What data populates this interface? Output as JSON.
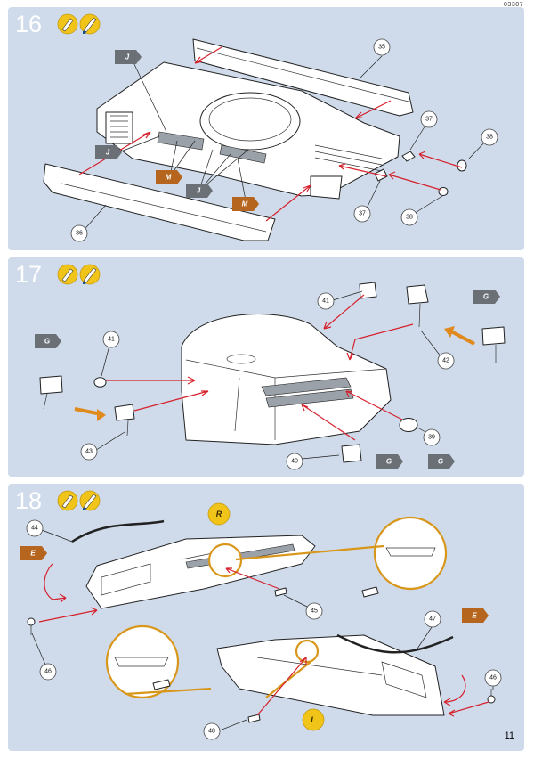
{
  "header": {
    "product_code": "03307"
  },
  "page_number": "11",
  "colors": {
    "panel_bg": "#cfdbea",
    "arrow": "#d6202c",
    "tag_gray": "#6b7077",
    "tag_brown": "#b5651d",
    "ring": "#d8961a",
    "tool_icon": "#f0c419"
  },
  "steps": [
    {
      "number": "16",
      "icons": [
        "glue-icon",
        "paint-icon"
      ],
      "callouts": [
        "35",
        "36",
        "37",
        "37",
        "38",
        "38"
      ],
      "color_tags": [
        "J",
        "J",
        "J",
        "M",
        "M"
      ]
    },
    {
      "number": "17",
      "icons": [
        "glue-icon",
        "paint-icon"
      ],
      "callouts": [
        "41",
        "41",
        "42",
        "43",
        "39",
        "40"
      ],
      "color_tags": [
        "G",
        "G",
        "G",
        "G"
      ]
    },
    {
      "number": "18",
      "icons": [
        "glue-icon",
        "paint-icon"
      ],
      "callouts": [
        "44",
        "45",
        "46",
        "47",
        "46",
        "48"
      ],
      "color_tags": [
        "E",
        "E"
      ],
      "side_labels": [
        "R",
        "L"
      ]
    }
  ]
}
